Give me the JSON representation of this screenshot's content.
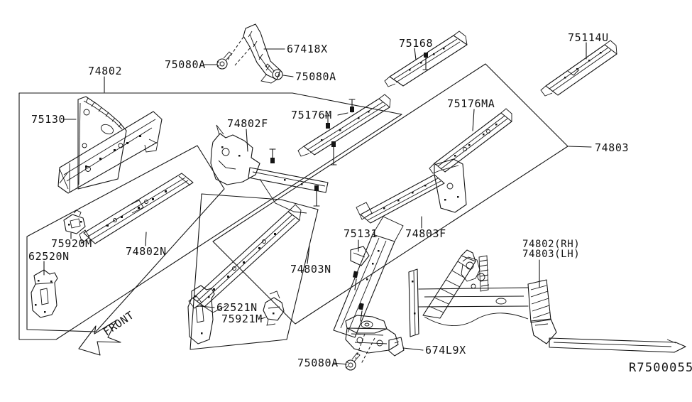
{
  "diagram": {
    "type": "parts-catalog-line-diagram",
    "subject": "front side member and fitting panels",
    "colors": {
      "line": "#141414",
      "background": "#ffffff"
    }
  },
  "labels": {
    "p74802": "74802",
    "p75080a_1": "75080A",
    "p67418x": "67418X",
    "p75080a_2": "75080A",
    "p75168": "75168",
    "p75114u": "75114U",
    "p75130": "75130",
    "p74802f": "74802F",
    "p75176m": "75176M",
    "p75176ma": "75176MA",
    "p74803": "74803",
    "p75920m": "75920M",
    "p74802n": "74802N",
    "p62520n": "62520N",
    "p62521n": "62521N",
    "p75921m": "75921M",
    "p74803n": "74803N",
    "p75131": "75131",
    "p74803f": "74803F",
    "p74802rh": "74802(RH)",
    "p74803lh": "74803(LH)",
    "p674l9x": "674L9X",
    "p75080a_3": "75080A",
    "front": "FRONT",
    "ref": "R7500055"
  }
}
